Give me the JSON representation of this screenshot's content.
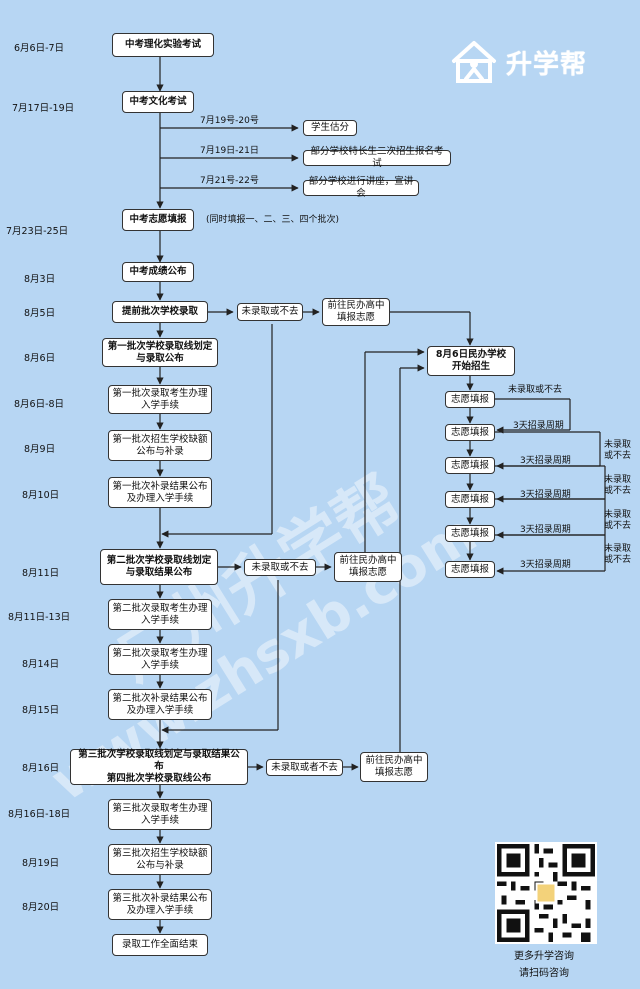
{
  "logo": {
    "text": "升学帮",
    "icon": "house-person-icon"
  },
  "watermark": {
    "line1": "广州升学帮",
    "line2": "www.zhsxb.com"
  },
  "qr": {
    "line1": "更多升学咨询",
    "line2": "请扫码咨询",
    "icon": "qr-code-icon"
  },
  "dates": [
    {
      "id": "d1",
      "text": "6月6日-7日"
    },
    {
      "id": "d2",
      "text": "7月17日-19日"
    },
    {
      "id": "d3",
      "text": "7月23日-25日"
    },
    {
      "id": "d4",
      "text": "8月3日"
    },
    {
      "id": "d5",
      "text": "8月5日"
    },
    {
      "id": "d6",
      "text": "8月6日"
    },
    {
      "id": "d7",
      "text": "8月6日-8日"
    },
    {
      "id": "d8",
      "text": "8月9日"
    },
    {
      "id": "d9",
      "text": "8月10日"
    },
    {
      "id": "d10",
      "text": "8月11日"
    },
    {
      "id": "d11",
      "text": "8月11日-13日"
    },
    {
      "id": "d12",
      "text": "8月14日"
    },
    {
      "id": "d13",
      "text": "8月15日"
    },
    {
      "id": "d14",
      "text": "8月16日"
    },
    {
      "id": "d15",
      "text": "8月16日-18日"
    },
    {
      "id": "d16",
      "text": "8月19日"
    },
    {
      "id": "d17",
      "text": "8月20日"
    }
  ],
  "boxes": [
    {
      "id": "b1",
      "text": "中考理化实验考试",
      "bold": true
    },
    {
      "id": "b2",
      "text": "中考文化考试",
      "bold": true
    },
    {
      "id": "b3",
      "text": "学生估分",
      "bold": false
    },
    {
      "id": "b4",
      "text": "部分学校特长生二次招生报名考试",
      "bold": false
    },
    {
      "id": "b5",
      "text": "部分学校进行讲座，宣讲会",
      "bold": false
    },
    {
      "id": "b6",
      "text": "中考志愿填报",
      "bold": true
    },
    {
      "id": "b7",
      "text": "中考成绩公布",
      "bold": true
    },
    {
      "id": "b8",
      "text": "提前批次学校录取",
      "bold": true
    },
    {
      "id": "b9",
      "text": "未录取或不去",
      "bold": false
    },
    {
      "id": "b10",
      "text": "前往民办高中\n填报志愿",
      "bold": false
    },
    {
      "id": "b11",
      "text": "第一批次学校录取线划定\n与录取公布",
      "bold": true
    },
    {
      "id": "b12",
      "text": "第一批次录取考生办理\n入学手续",
      "bold": false
    },
    {
      "id": "b13",
      "text": "第一批次招生学校缺额\n公布与补录",
      "bold": false
    },
    {
      "id": "b14",
      "text": "第一批次补录结果公布\n及办理入学手续",
      "bold": false
    },
    {
      "id": "b15",
      "text": "8月6日民办学校\n开始招生",
      "bold": true
    },
    {
      "id": "v1",
      "text": "志愿填报",
      "bold": false
    },
    {
      "id": "v2",
      "text": "志愿填报",
      "bold": false
    },
    {
      "id": "v3",
      "text": "志愿填报",
      "bold": false
    },
    {
      "id": "v4",
      "text": "志愿填报",
      "bold": false
    },
    {
      "id": "v5",
      "text": "志愿填报",
      "bold": false
    },
    {
      "id": "v6",
      "text": "志愿填报",
      "bold": false
    },
    {
      "id": "b16",
      "text": "第二批次学校录取线划定\n与录取结果公布",
      "bold": true
    },
    {
      "id": "b17",
      "text": "未录取或不去",
      "bold": false
    },
    {
      "id": "b18",
      "text": "前往民办高中\n填报志愿",
      "bold": false
    },
    {
      "id": "b19",
      "text": "第二批次录取考生办理\n入学手续",
      "bold": false
    },
    {
      "id": "b20",
      "text": "第二批次录取考生办理\n入学手续",
      "bold": false
    },
    {
      "id": "b21",
      "text": "第二批次补录结果公布\n及办理入学手续",
      "bold": false
    },
    {
      "id": "b22",
      "text": "第三批次学校录取线划定与录取结果公布\n第四批次学校录取线公布",
      "bold": true
    },
    {
      "id": "b23",
      "text": "未录取或者不去",
      "bold": false
    },
    {
      "id": "b24",
      "text": "前往民办高中\n填报志愿",
      "bold": false
    },
    {
      "id": "b25",
      "text": "第三批次录取考生办理\n入学手续",
      "bold": false
    },
    {
      "id": "b26",
      "text": "第三批次招生学校缺额\n公布与补录",
      "bold": false
    },
    {
      "id": "b27",
      "text": "第三批次补录结果公布\n及办理入学手续",
      "bold": false
    },
    {
      "id": "b28",
      "text": "录取工作全面结束",
      "bold": false
    }
  ],
  "labels": [
    {
      "id": "l1",
      "text": "7月19号-20号"
    },
    {
      "id": "l2",
      "text": "7月19日-21日"
    },
    {
      "id": "l3",
      "text": "7月21号-22号"
    },
    {
      "id": "l4",
      "text": "(同时填报一、二、三、四个批次)"
    },
    {
      "id": "l5",
      "text": "未录取或不去"
    },
    {
      "id": "l6",
      "text": "3天招录周期"
    },
    {
      "id": "l7",
      "text": "3天招录周期"
    },
    {
      "id": "l8",
      "text": "3天招录周期"
    },
    {
      "id": "l9",
      "text": "3天招录周期"
    },
    {
      "id": "l10",
      "text": "3天招录周期"
    },
    {
      "id": "l11",
      "text": "未录取\n或不去"
    },
    {
      "id": "l12",
      "text": "未录取\n或不去"
    },
    {
      "id": "l13",
      "text": "未录取\n或不去"
    },
    {
      "id": "l14",
      "text": "未录取\n或不去"
    }
  ]
}
